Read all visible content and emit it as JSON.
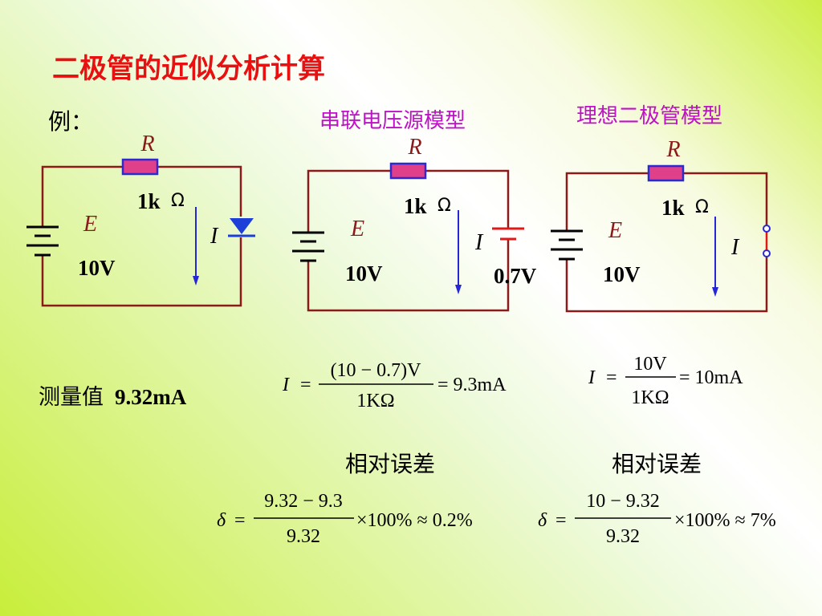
{
  "slide": {
    "title": "二极管的近似分析计算",
    "example_label": "例：",
    "models": {
      "series_voltage_source": "串联电压源模型",
      "ideal_diode": "理想二极管模型"
    },
    "measured_label": "测量值",
    "measured_value": "9.32mA"
  },
  "circuit": {
    "resistor_symbol": "R",
    "resistance_value": "1k",
    "ohm_symbol": "Ω",
    "source_symbol": "E",
    "source_voltage": "10V",
    "current_symbol": "I",
    "diode_drop": "0.7V"
  },
  "equations": {
    "series": {
      "lhs": "I",
      "equals": "=",
      "numerator": "(10 − 0.7)V",
      "denominator": "1KΩ",
      "result": "= 9.3mA"
    },
    "ideal": {
      "lhs": "I",
      "equals": "=",
      "numerator": "10V",
      "denominator": "1KΩ",
      "result": "= 10mA"
    }
  },
  "errors": {
    "label": "相对误差",
    "series": {
      "lhs": "δ",
      "equals": "=",
      "numerator": "9.32 − 9.3",
      "denominator": "9.32",
      "result": "×100% ≈ 0.2%"
    },
    "ideal": {
      "lhs": "δ",
      "equals": "=",
      "numerator": "10 − 9.32",
      "denominator": "9.32",
      "result": "×100% ≈ 7%"
    }
  },
  "colors": {
    "title": "#e81010",
    "model_label": "#c010c8",
    "wire": "#8b1a1a",
    "resistor_fill": "#e0408a",
    "resistor_border": "#2a2ad0",
    "current_arrow": "#2626d6",
    "diode": "#1d3fd8",
    "voltage_source_plate": "#e01818"
  }
}
